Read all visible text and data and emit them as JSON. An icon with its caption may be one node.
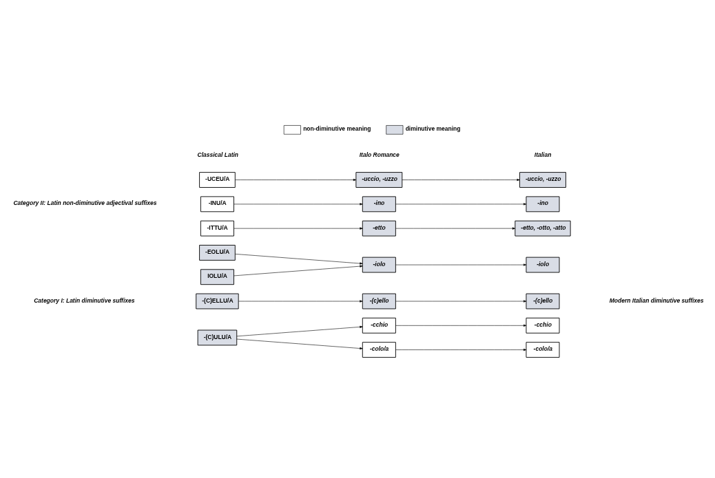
{
  "diagram": {
    "nodes": [
      {
        "text": [
          "-(C)ULU/A"
        ]
      },
      {
        "text": [
          "-(C)ELLU/A"
        ]
      },
      {
        "text": [
          "-EOLU/A"
        ]
      },
      {
        "text": [
          "IOLU/A"
        ]
      },
      {
        "text": [
          "-ITTU/A"
        ]
      },
      {
        "text": [
          "-INU/A"
        ]
      },
      {
        "text": [
          "-UCEU/A"
        ]
      },
      {
        "text": [
          "-cchio"
        ]
      },
      {
        "text": [
          "-colo/a"
        ]
      },
      {
        "text": [
          "-(c)ello"
        ]
      },
      {
        "text": [
          "-iolo"
        ]
      },
      {
        "text": [
          "-etto"
        ]
      },
      {
        "text": [
          "-ino"
        ]
      },
      {
        "text": [
          "-uccio, -uzzo"
        ]
      },
      {
        "text": [
          "-cchio"
        ]
      },
      {
        "text": [
          "-colo/a"
        ]
      },
      {
        "text": [
          "-(c)ello"
        ]
      },
      {
        "text": [
          "-iolo"
        ]
      },
      {
        "text": [
          "-etto, -otto, -atto"
        ]
      },
      {
        "text": [
          "-ino"
        ]
      },
      {
        "text": [
          "-uccio, -uzzo"
        ]
      }
    ],
    "edges": [
      {
        "from": 0,
        "to": 7,
        "arrow": "to"
      },
      {
        "from": 0,
        "to": 8,
        "arrow": "to"
      },
      {
        "from": 1,
        "to": 9,
        "arrow": "to"
      },
      {
        "from": 2,
        "to": 10,
        "arrow": "to"
      },
      {
        "from": 3,
        "to": 10,
        "arrow": "to"
      },
      {
        "from": 4,
        "to": 11,
        "arrow": "to"
      },
      {
        "from": 5,
        "to": 12,
        "arrow": "to"
      },
      {
        "from": 6,
        "to": 13,
        "arrow": "to"
      },
      {
        "from": 7,
        "to": 14,
        "arrow": "to"
      },
      {
        "from": 8,
        "to": 15,
        "arrow": "to"
      },
      {
        "from": 9,
        "to": 16,
        "arrow": "to"
      },
      {
        "from": 10,
        "to": 17,
        "arrow": "to"
      },
      {
        "from": 11,
        "to": 18,
        "arrow": "to"
      },
      {
        "from": 12,
        "to": 19,
        "arrow": "to"
      },
      {
        "from": 13,
        "to": 20,
        "arrow": "to"
      }
    ],
    "labels": [
      "Classical Latin",
      "Italo Romance",
      "Italian",
      "Category I: Latin diminutive suffixes",
      "Category II: Latin non-diminutive adjectival suffixes",
      "Modern Italian diminutive suffixes"
    ],
    "legend": [
      {
        "text": "non-diminutive meaning",
        "color": "#ffffff"
      },
      {
        "text": "diminutive meaning",
        "color": "#d9dde6"
      }
    ]
  }
}
